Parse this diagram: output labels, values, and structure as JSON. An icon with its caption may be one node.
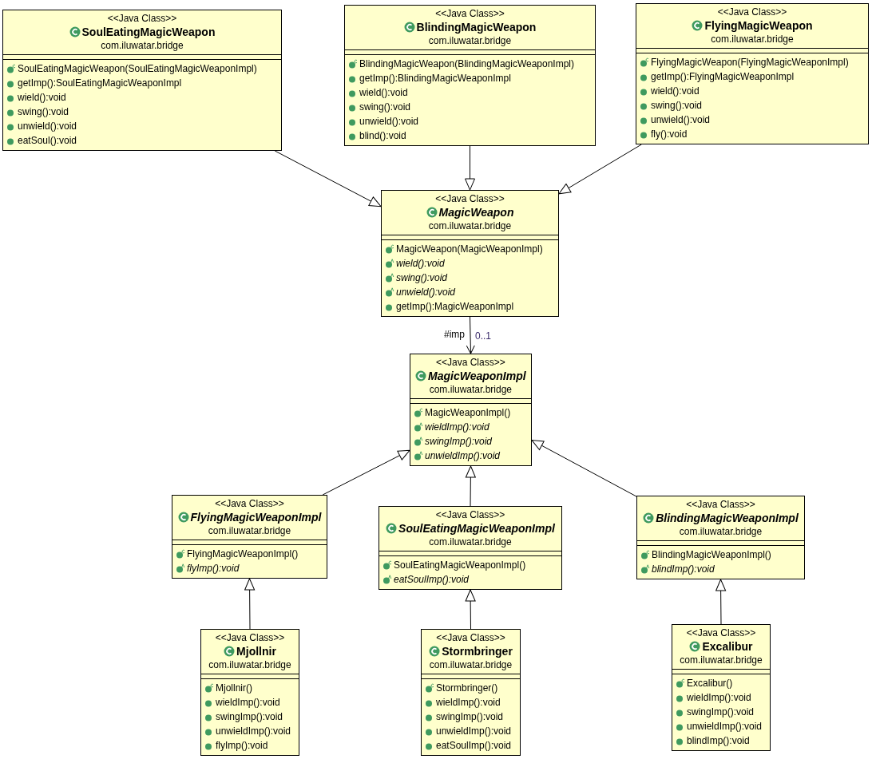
{
  "diagram": {
    "nodes": [
      {
        "text": [
          "<<Java Class>>",
          "SoulEatingMagicWeapon",
          "com.iluwatar.bridge",
          "SoulEatingMagicWeapon(SoulEatingMagicWeaponImpl)",
          "getImp():SoulEatingMagicWeaponImpl",
          "wield():void",
          "swing():void",
          "unwield():void",
          "eatSoul():void"
        ]
      },
      {
        "text": [
          "<<Java Class>>",
          "BlindingMagicWeapon",
          "com.iluwatar.bridge",
          "BlindingMagicWeapon(BlindingMagicWeaponImpl)",
          "getImp():BlindingMagicWeaponImpl",
          "wield():void",
          "swing():void",
          "unwield():void",
          "blind():void"
        ]
      },
      {
        "text": [
          "<<Java Class>>",
          "FlyingMagicWeapon",
          "com.iluwatar.bridge",
          "FlyingMagicWeapon(FlyingMagicWeaponImpl)",
          "getImp():FlyingMagicWeaponImpl",
          "wield():void",
          "swing():void",
          "unwield():void",
          "fly():void"
        ]
      },
      {
        "text": [
          "<<Java Class>>",
          "MagicWeapon",
          "com.iluwatar.bridge",
          "MagicWeapon(MagicWeaponImpl)",
          "wield():void",
          "swing():void",
          "unwield():void",
          "getImp():MagicWeaponImpl"
        ]
      },
      {
        "text": [
          "<<Java Class>>",
          "MagicWeaponImpl",
          "com.iluwatar.bridge",
          "MagicWeaponImpl()",
          "wieldImp():void",
          "swingImp():void",
          "unwieldImp():void"
        ]
      },
      {
        "text": [
          "<<Java Class>>",
          "FlyingMagicWeaponImpl",
          "com.iluwatar.bridge",
          "FlyingMagicWeaponImpl()",
          "flyImp():void"
        ]
      },
      {
        "text": [
          "<<Java Class>>",
          "SoulEatingMagicWeaponImpl",
          "com.iluwatar.bridge",
          "SoulEatingMagicWeaponImpl()",
          "eatSoulImp():void"
        ]
      },
      {
        "text": [
          "<<Java Class>>",
          "BlindingMagicWeaponImpl",
          "com.iluwatar.bridge",
          "BlindingMagicWeaponImpl()",
          "blindImp():void"
        ]
      },
      {
        "text": [
          "<<Java Class>>",
          "Mjollnir",
          "com.iluwatar.bridge",
          "Mjollnir()",
          "wieldImp():void",
          "swingImp():void",
          "unwieldImp():void",
          "flyImp():void"
        ]
      },
      {
        "text": [
          "<<Java Class>>",
          "Stormbringer",
          "com.iluwatar.bridge",
          "Stormbringer()",
          "wieldImp():void",
          "swingImp():void",
          "unwieldImp():void",
          "eatSoulImp():void"
        ]
      },
      {
        "text": [
          "<<Java Class>>",
          "Excalibur",
          "com.iluwatar.bridge",
          "Excalibur()",
          "wieldImp():void",
          "swingImp():void",
          "unwieldImp():void",
          "blindImp():void"
        ]
      }
    ],
    "edges": [
      {
        "from": 0,
        "to": 3,
        "arrow": "to"
      },
      {
        "from": 1,
        "to": 3,
        "arrow": "to"
      },
      {
        "from": 2,
        "to": 3,
        "arrow": "to"
      },
      {
        "from": 3,
        "to": 4,
        "arrow": "to",
        "label": "#imp"
      },
      {
        "from": 5,
        "to": 4,
        "arrow": "to"
      },
      {
        "from": 6,
        "to": 4,
        "arrow": "to"
      },
      {
        "from": 7,
        "to": 4,
        "arrow": "to"
      },
      {
        "from": 8,
        "to": 5,
        "arrow": "to"
      },
      {
        "from": 9,
        "to": 6,
        "arrow": "to"
      },
      {
        "from": 10,
        "to": 7,
        "arrow": "to"
      }
    ],
    "labels": [
      "0..1"
    ]
  }
}
